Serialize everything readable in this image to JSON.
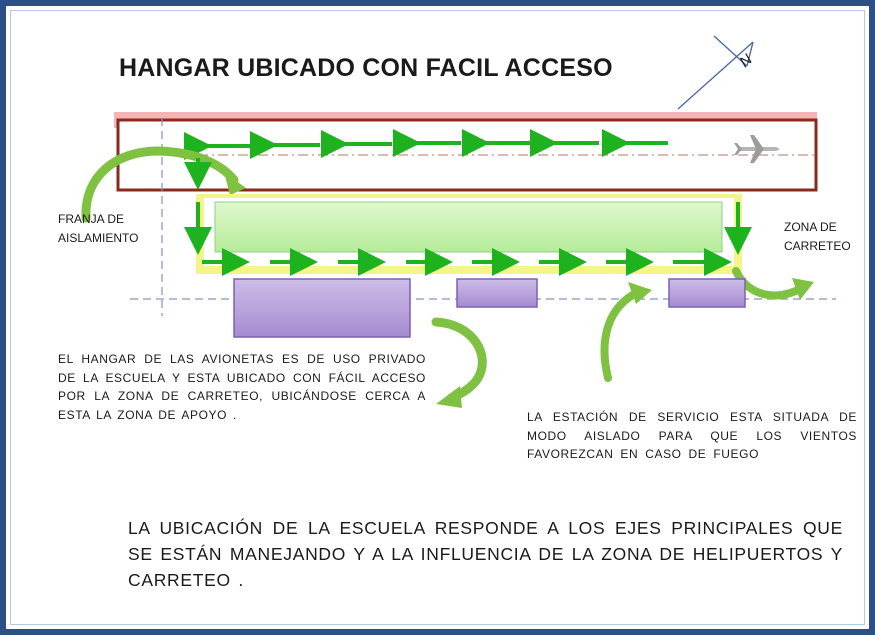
{
  "title": "HANGAR UBICADO CON FACIL ACCESO",
  "north_symbol": "N",
  "labels": {
    "franja": "FRANJA DE AISLAMIENTO",
    "zona_carreteo": "ZONA DE CARRETEO"
  },
  "descriptions": {
    "hangar": "EL HANGAR DE LAS AVIONETAS ES DE USO PRIVADO DE LA ESCUELA Y ESTA UBICADO CON FÁCIL ACCESO POR LA ZONA DE CARRETEO, UBICÁNDOSE CERCA A ESTA LA ZONA DE APOYO .",
    "estacion": "LA ESTACIÓN DE SERVICIO ESTA SITUADA DE MODO AISLADO PARA QUE LOS VIENTOS FAVOREZCAN EN CASO DE FUEGO"
  },
  "conclusion": "LA UBICACIÓN DE LA ESCUELA RESPONDE A LOS EJES PRINCIPALES QUE SE ESTÁN MANEJANDO Y A LA INFLUENCIA DE LA ZONA DE HELIPUERTOS Y CARRETEO .",
  "colors": {
    "frame": "#2c4f86",
    "runway_border": "#8b2a1c",
    "runway_glow": "#f3a1a1",
    "arrow_green": "#1fb21f",
    "taxi_fill": "#c8f2b4",
    "taxi_glow": "#f3f58a",
    "building_fill": "#b7a2d8",
    "building_border": "#7d61b3",
    "curve_green": "#7fc241",
    "axis_dashed": "#7f93c9"
  },
  "icons": [
    "north-arrow-icon",
    "airplane-icon"
  ]
}
